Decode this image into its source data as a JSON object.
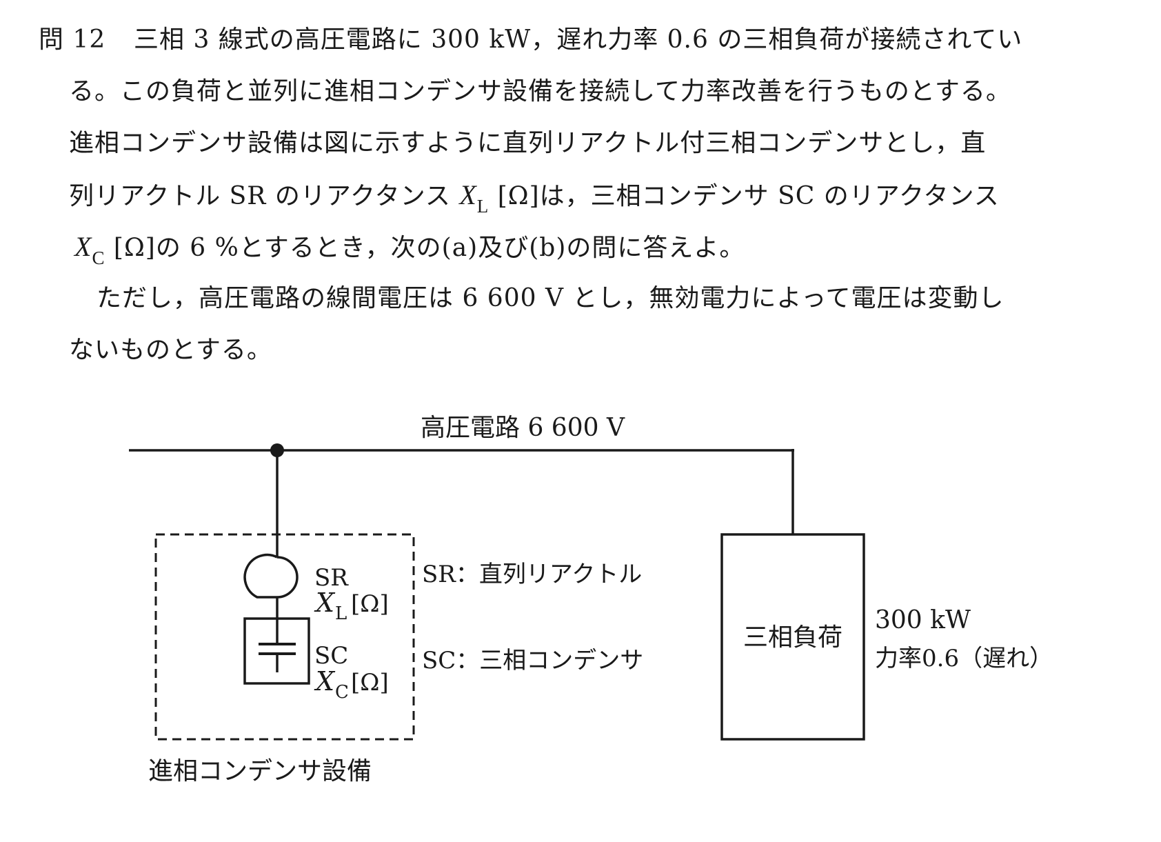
{
  "problem": {
    "number": "問 12",
    "line1": "三相 3 線式の高圧電路に 300 kW，遅れ力率 0.6 の三相負荷が接続されてい",
    "line2": "る。この負荷と並列に進相コンデンサ設備を接続して力率改善を行うものとする。",
    "line3": "進相コンデンサ設備は図に示すように直列リアクトル付三相コンデンサとし，直",
    "line4_pre": "列リアクトル SR のリアクタンス ",
    "line4_var": "X",
    "line4_sub": "L",
    "line4_post": " [Ω]は，三相コンデンサ SC のリアクタンス",
    "line5_var": "X",
    "line5_sub": "C",
    "line5_post": " [Ω]の 6 %とするとき，次の(a)及び(b)の問に答えよ。",
    "line6": "ただし，高圧電路の線間電圧は 6 600 V とし，無効電力によって電圧は変動し",
    "line7": "ないものとする。"
  },
  "diagram": {
    "bus_label": "高圧電路 6 600 V",
    "sr_label": "SR",
    "xl_var": "X",
    "xl_sub": "L",
    "xl_unit": "[Ω]",
    "sc_label": "SC",
    "xc_var": "X",
    "xc_sub": "C",
    "xc_unit": "[Ω]",
    "sr_legend": "SR：直列リアクトル",
    "sc_legend": "SC：三相コンデンサ",
    "equipment_label": "進相コンデンサ設備",
    "load_label": "三相負荷",
    "load_power": "300 kW",
    "load_pf": "力率0.6（遅れ）"
  }
}
